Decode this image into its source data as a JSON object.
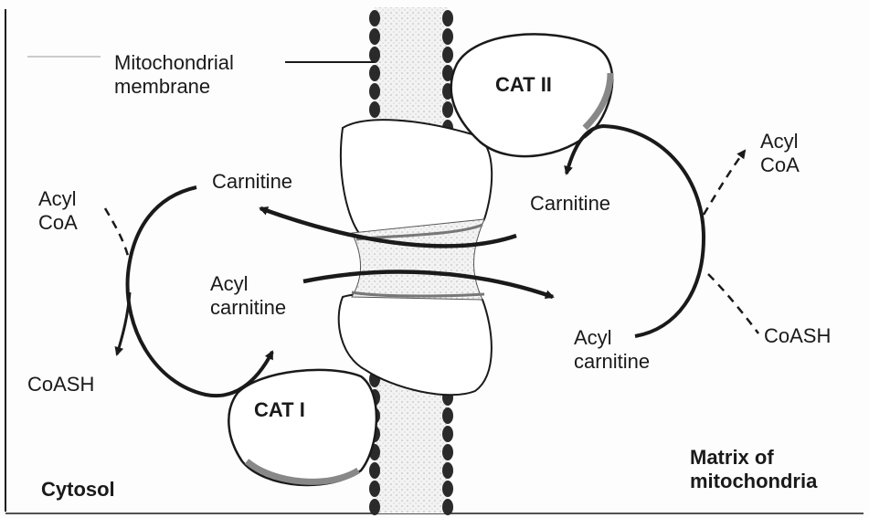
{
  "labels": {
    "membrane": "Mitochondrial\nmembrane",
    "cat2": "CAT II",
    "cat1": "CAT I",
    "carnitine_left": "Carnitine",
    "carnitine_right": "Carnitine",
    "acyl_coa_left": "Acyl\nCoA",
    "acyl_coa_right": "Acyl\nCoA",
    "acylcarnitine_left": "Acyl\ncarnitine",
    "acylcarnitine_right": "Acyl\ncarnitine",
    "coash_left": "CoASH",
    "coash_right": "CoASH",
    "cytosol": "Cytosol",
    "matrix": "Matrix of\nmitochondria"
  },
  "colors": {
    "ink": "#1a1a1a",
    "paper": "#fdfdfd",
    "shade": "#9a9a9a"
  }
}
